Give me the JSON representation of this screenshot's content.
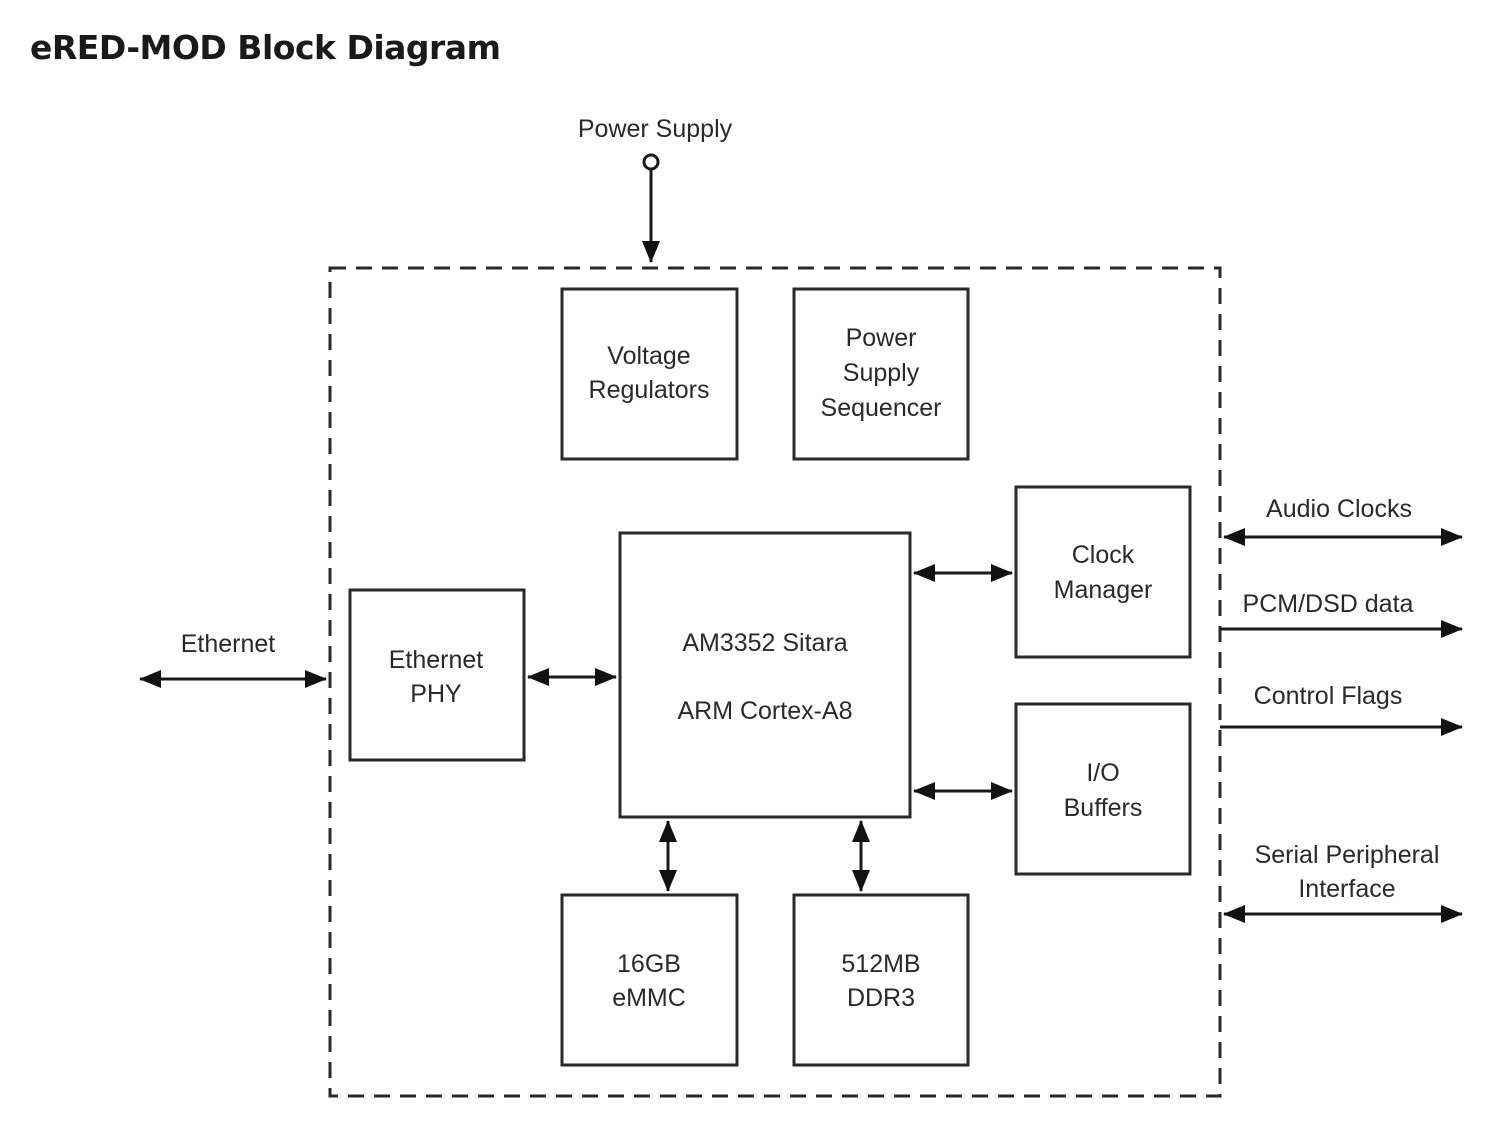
{
  "title": "eRED-MOD Block Diagram",
  "power_input": {
    "label": "Power Supply"
  },
  "blocks": {
    "voltage_regulators": [
      "Voltage",
      "Regulators"
    ],
    "power_sequencer": [
      "Power",
      "Supply",
      "Sequencer"
    ],
    "ethernet_phy": [
      "Ethernet",
      "PHY"
    ],
    "cpu": [
      "AM3352 Sitara",
      "ARM Cortex-A8"
    ],
    "clock_manager": [
      "Clock",
      "Manager"
    ],
    "io_buffers": [
      "I/O",
      "Buffers"
    ],
    "emmc": [
      "16GB",
      "eMMC"
    ],
    "ddr3": [
      "512MB",
      "DDR3"
    ]
  },
  "external_signals": {
    "ethernet": {
      "label": "Ethernet",
      "direction": "bidirectional"
    },
    "audio_clocks": {
      "label": "Audio Clocks",
      "direction": "bidirectional"
    },
    "pcm_dsd": {
      "label": "PCM/DSD data",
      "direction": "output"
    },
    "control_flags": {
      "label": "Control Flags",
      "direction": "output"
    },
    "spi": {
      "label": [
        "Serial Peripheral",
        "Interface"
      ],
      "direction": "bidirectional"
    }
  },
  "connections": [
    {
      "from": "Power Supply",
      "to": "module",
      "type": "unidirectional"
    },
    {
      "from": "ethernet_phy",
      "to": "cpu",
      "type": "bidirectional"
    },
    {
      "from": "cpu",
      "to": "clock_manager",
      "type": "bidirectional"
    },
    {
      "from": "cpu",
      "to": "io_buffers",
      "type": "bidirectional"
    },
    {
      "from": "cpu",
      "to": "emmc",
      "type": "bidirectional"
    },
    {
      "from": "cpu",
      "to": "ddr3",
      "type": "bidirectional"
    }
  ]
}
